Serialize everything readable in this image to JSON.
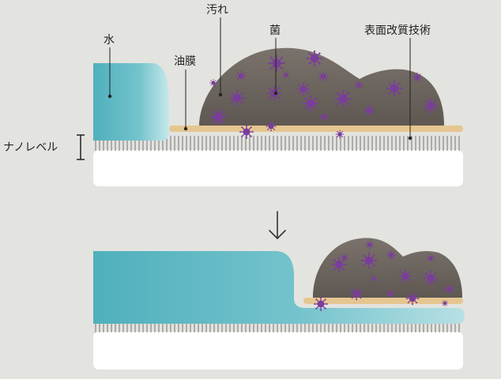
{
  "labels": {
    "water": "水",
    "dirt": "汚れ",
    "bacteria": "菌",
    "technology": "表面改質技術",
    "oil_film": "油膜",
    "nano_level": "ナノレベル"
  },
  "colors": {
    "background": "#e3e3df",
    "water": "#5bb6c1",
    "water_light": "#b9e3e7",
    "dirt": "#6b645e",
    "bacteria": "#7b3d9c",
    "oil_film": "#e6c690",
    "base": "#ffffff",
    "bristle": "#8f8f8f",
    "text": "#222222"
  },
  "arrow": "↓"
}
